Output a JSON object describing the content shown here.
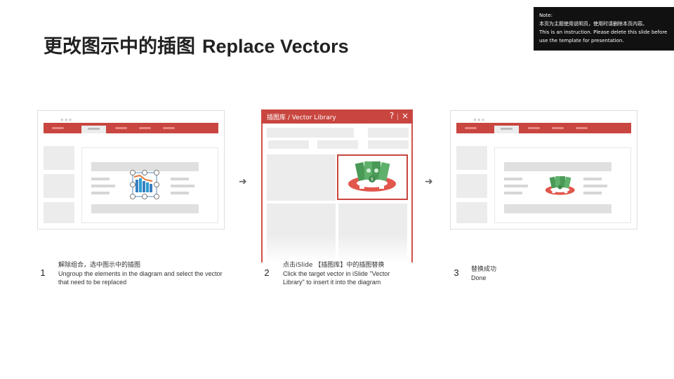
{
  "title": {
    "zh": "更改图示中的插图",
    "en": "Replace Vectors"
  },
  "note": {
    "label": "Note:",
    "zh": "本页为主题使用说明页，使用时请删除本页内容。",
    "en": "This is an instruction. Please delete this slide before use the template for presentation."
  },
  "dialog": {
    "title": "插图库 / Vector Library",
    "help_icon": "?",
    "close_icon": "×"
  },
  "arrows": [
    "➜",
    "➜"
  ],
  "steps": [
    {
      "number": "1",
      "zh": "解除组合，选中图示中的插图",
      "en": "Ungroup the elements in the diagram and select the vector that need to be replaced"
    },
    {
      "number": "2",
      "zh": "点击iSlide 【插图库】中的插图替换",
      "en": "Click the target vector in iSlide \"Vector Library\" to insert it into the diagram"
    },
    {
      "number": "3",
      "zh": "替换成功",
      "en": "Done"
    }
  ],
  "colors": {
    "accent": "#c8463f",
    "note_bg": "#111111",
    "selection": "#2a6fb5",
    "money": "#4a9a57"
  },
  "icons": {
    "chart_vector": "bar-chart-icon",
    "money_vector": "money-lifebuoy-icon"
  }
}
